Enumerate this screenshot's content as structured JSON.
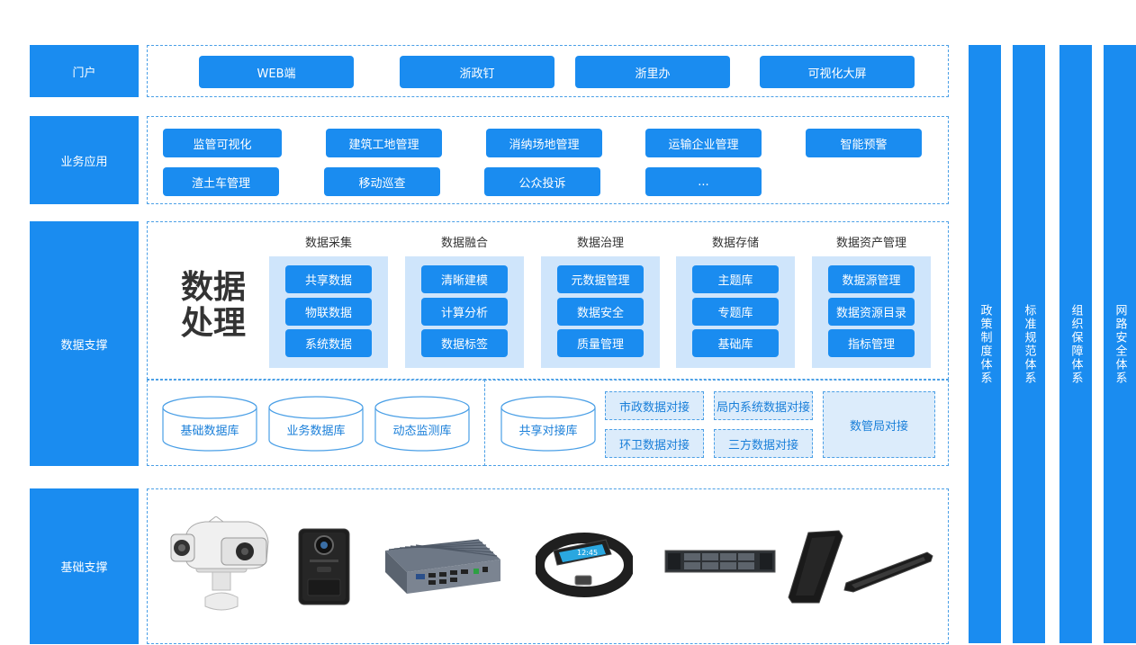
{
  "rows": {
    "portal": "门户",
    "business": "业务应用",
    "data": "数据支撑",
    "infra": "基础支撑"
  },
  "portal_buttons": [
    "WEB端",
    "浙政钉",
    "浙里办",
    "可视化大屏"
  ],
  "business_buttons_row1": [
    "监管可视化",
    "建筑工地管理",
    "消纳场地管理",
    "运输企业管理",
    "智能预警"
  ],
  "business_buttons_row2": [
    "渣土车管理",
    "移动巡查",
    "公众投诉",
    "..."
  ],
  "data_processing": {
    "title_line1": "数据",
    "title_line2": "处理",
    "columns": [
      {
        "title": "数据采集",
        "items": [
          "共享数据",
          "物联数据",
          "系统数据"
        ]
      },
      {
        "title": "数据融合",
        "items": [
          "清晰建模",
          "计算分析",
          "数据标签"
        ]
      },
      {
        "title": "数据治理",
        "items": [
          "元数据管理",
          "数据安全",
          "质量管理"
        ]
      },
      {
        "title": "数据存储",
        "items": [
          "主题库",
          "专题库",
          "基础库"
        ]
      },
      {
        "title": "数据资产管理",
        "items": [
          "数据源管理",
          "数据资源目录",
          "指标管理"
        ]
      }
    ]
  },
  "databases": [
    "基础数据库",
    "业务数据库",
    "动态监测库"
  ],
  "sharing": {
    "cylinder": "共享对接库",
    "small": [
      "市政数据对接",
      "局内系统数据对接",
      "环卫数据对接",
      "三方数据对接"
    ],
    "large": "数管局对接"
  },
  "devices": [
    "camera-turret-icon",
    "body-camera-icon",
    "industrial-pc-icon",
    "smart-band-icon",
    "rack-server-icon",
    "handheld-terminal-icon"
  ],
  "pillars": [
    "政策制度体系",
    "标准规范体系",
    "组织保障体系",
    "网路安全体系"
  ],
  "colors": {
    "primary": "#1a8cf0",
    "light": "#cfe5fb",
    "dashed": "#4a9fe6"
  }
}
